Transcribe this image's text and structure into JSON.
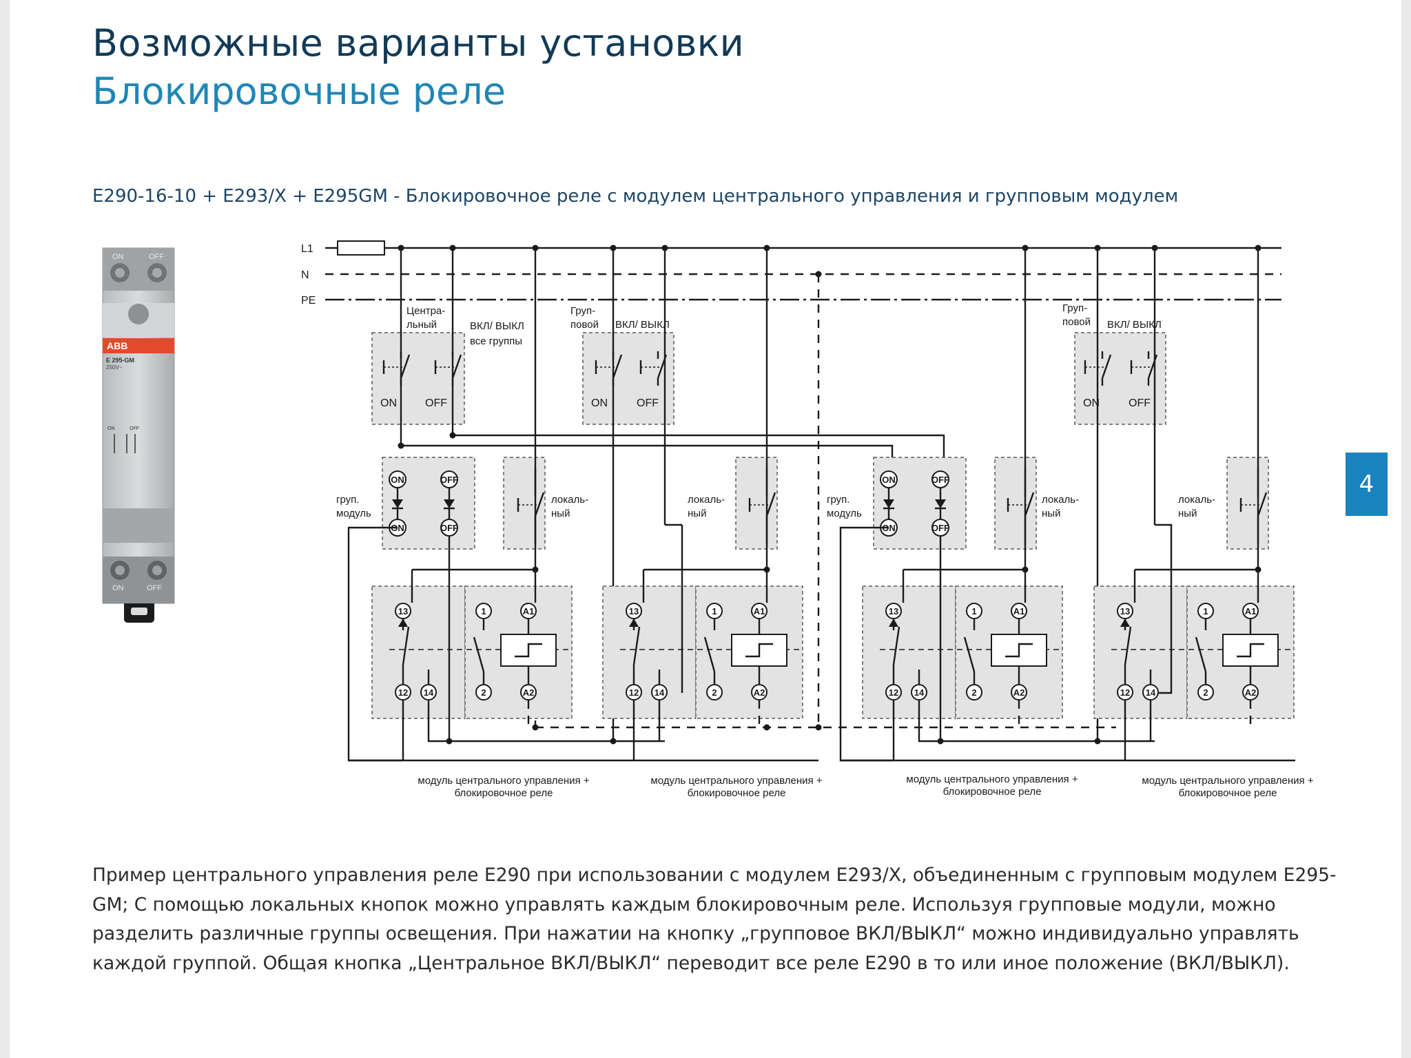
{
  "title": "Возможные варианты установки",
  "subtitle": "Блокировочные реле",
  "scheme_caption": "E290-16-10 + E293/X + E295GM - Блокировочное реле с модулем центрального управления и групповым модулем",
  "page_number": "4",
  "device": {
    "brand": "ABB",
    "model": "E 295-GM",
    "voltage": "250V~",
    "top_on": "ON",
    "top_off": "OFF",
    "bottom_on": "ON",
    "bottom_off": "OFF",
    "mid_on": "ON",
    "mid_off": "OFF"
  },
  "lines": {
    "l1": "L1",
    "n": "N",
    "pe": "PE"
  },
  "diagram": {
    "central_switch_label_1": "Центра-",
    "central_switch_label_2": "льный",
    "central_onoff_1": "ВКЛ/ ВЫКЛ",
    "central_onoff_2": "все группы",
    "group_switch_label_1": "Груп-",
    "group_switch_label_2": "повой",
    "group_onoff": "ВКЛ/ ВЫКЛ",
    "switch_on": "ON",
    "switch_off": "OFF",
    "group_module_1": "груп.",
    "group_module_2": "модуль",
    "local_1": "локаль-",
    "local_2": "ный",
    "terminal_on": "ON",
    "terminal_off": "OFF",
    "t13": "13",
    "t12": "12",
    "t14": "14",
    "t1": "1",
    "t2": "2",
    "ta1": "A1",
    "ta2": "A2",
    "module_caption_1": "модуль центрального управления +",
    "module_caption_2": "блокировочное реле"
  },
  "description": "Пример центрального управления реле E290  при использовании с модулем E293/X, объединенным с групповым модулем E295-GM; С помощью локальных кнопок можно управлять каждым блокировочным реле. Используя групповые модули, можно разделить различные группы освещения. При нажатии на кнопку „групповое ВКЛ/ВЫКЛ“ можно индивидуально управлять каждой группой. Общая кнопка „Центральное ВКЛ/ВЫКЛ“ переводит все реле E290 в то или иное положение (ВКЛ/ВЫКЛ)."
}
